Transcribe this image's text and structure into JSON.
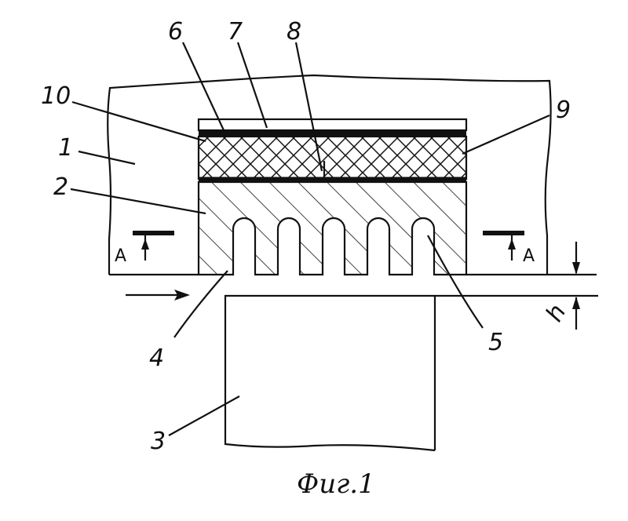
{
  "figure": {
    "caption": "Фиг.1",
    "part_labels": {
      "p1": "1",
      "p2": "2",
      "p3": "3",
      "p4": "4",
      "p5": "5",
      "p6": "6",
      "p7": "7",
      "p8": "8",
      "p9": "9",
      "p10": "10"
    },
    "section_mark": "A",
    "dimension_label": "h"
  },
  "colors": {
    "ink": "#111111",
    "background": "#ffffff"
  }
}
